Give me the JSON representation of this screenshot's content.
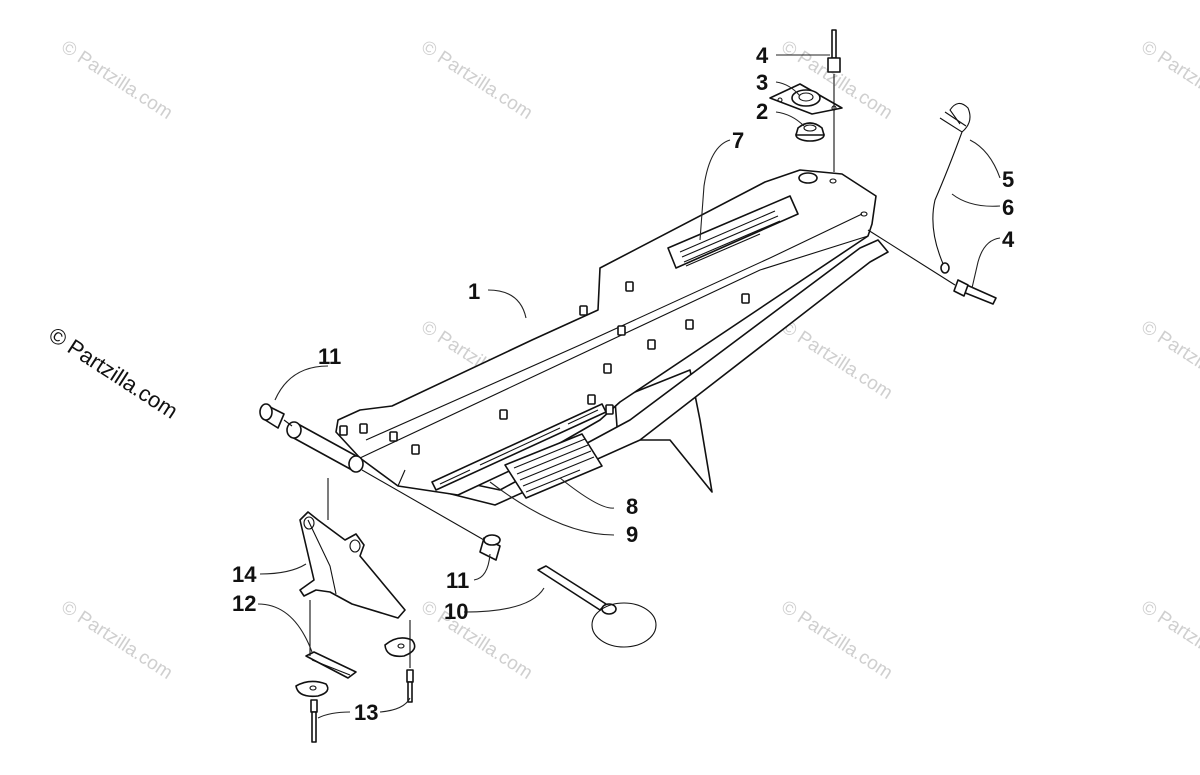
{
  "watermark": {
    "text": "© Partzilla.com",
    "corner_text": "© Partzilla.com"
  },
  "callouts": [
    {
      "id": "c4a",
      "label": "4"
    },
    {
      "id": "c3",
      "label": "3"
    },
    {
      "id": "c2",
      "label": "2"
    },
    {
      "id": "c7",
      "label": "7"
    },
    {
      "id": "c5",
      "label": "5"
    },
    {
      "id": "c6",
      "label": "6"
    },
    {
      "id": "c4b",
      "label": "4"
    },
    {
      "id": "c1",
      "label": "1"
    },
    {
      "id": "c11a",
      "label": "11"
    },
    {
      "id": "c8",
      "label": "8"
    },
    {
      "id": "c9",
      "label": "9"
    },
    {
      "id": "c11b",
      "label": "11"
    },
    {
      "id": "c10",
      "label": "10"
    },
    {
      "id": "c14",
      "label": "14"
    },
    {
      "id": "c12",
      "label": "12"
    },
    {
      "id": "c13",
      "label": "13"
    }
  ],
  "colors": {
    "line": "#111111",
    "watermark": "#cfcfcf"
  }
}
